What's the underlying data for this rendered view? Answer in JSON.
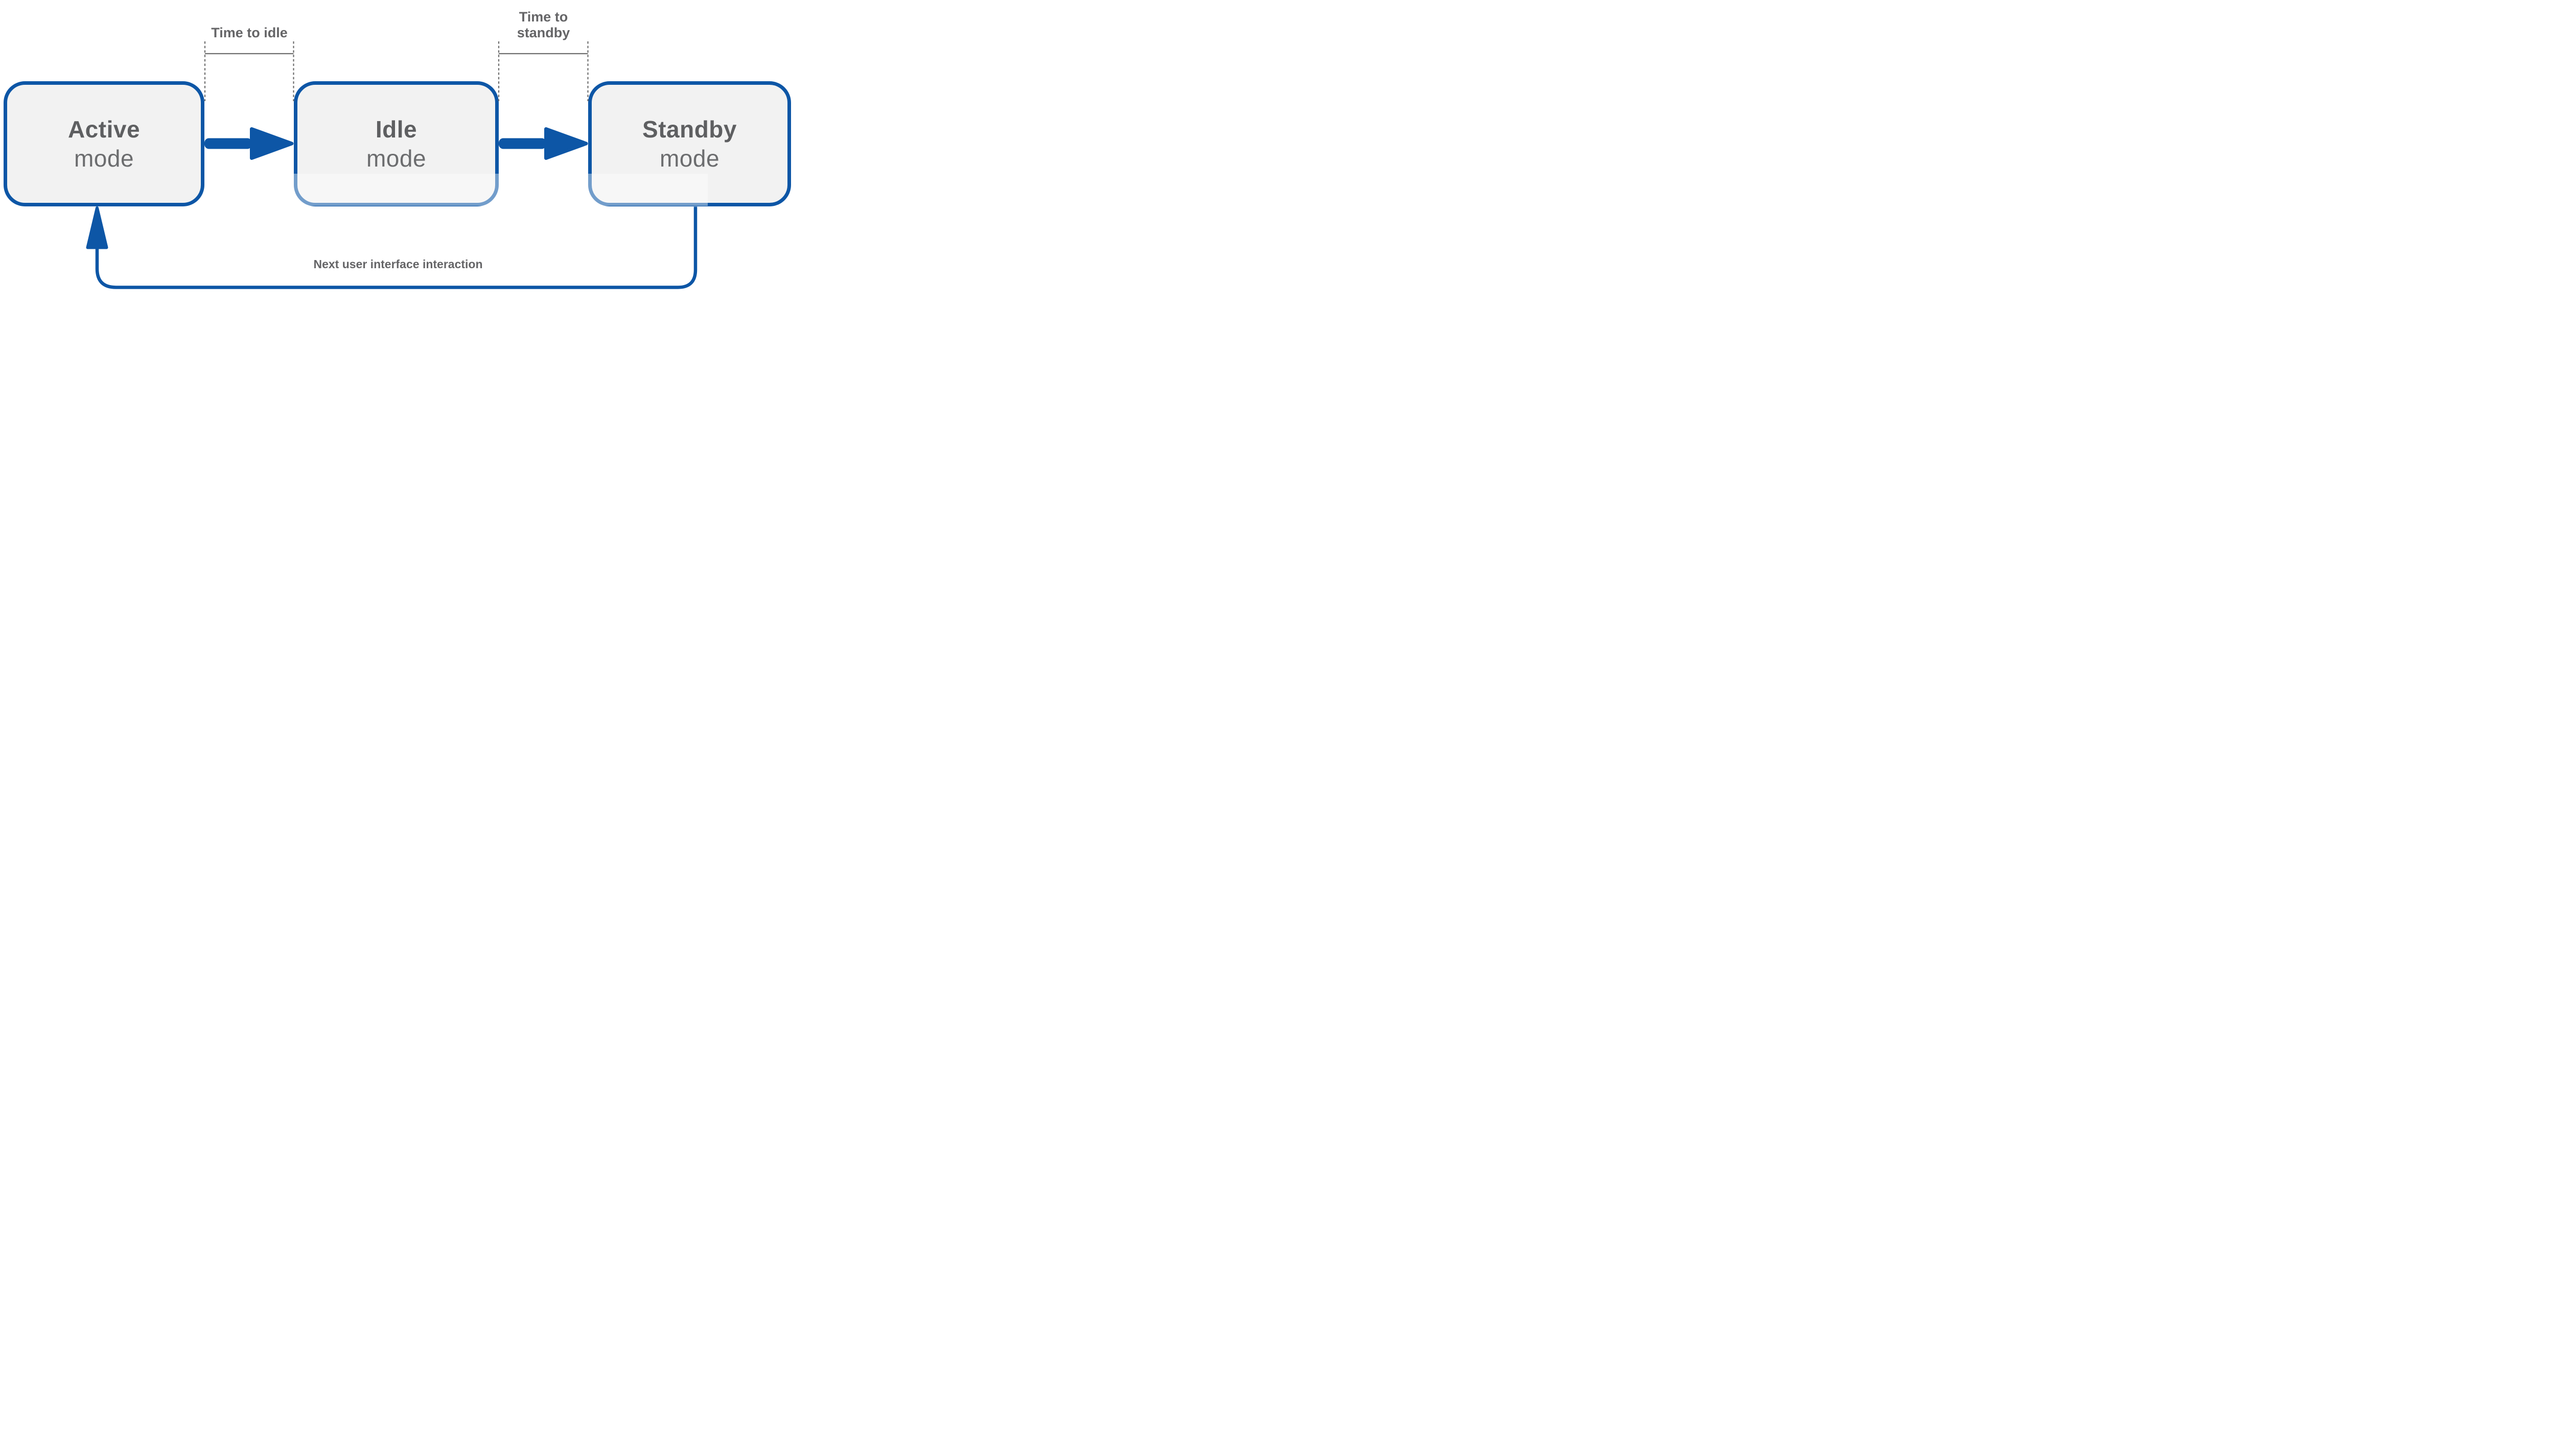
{
  "diagram": {
    "background": "#ffffff",
    "accent_blue": "#0d56a6",
    "box_fill": "#f2f2f2",
    "title_gray": "#5e5f61",
    "subtitle_gray": "#6c6d6f",
    "annotation_gray": "#656567",
    "guide_gray": "#6e6e6e",
    "nodes": [
      {
        "id": "active",
        "title": "Active",
        "subtitle": "mode"
      },
      {
        "id": "idle",
        "title": "Idle",
        "subtitle": "mode"
      },
      {
        "id": "standby",
        "title": "Standby",
        "subtitle": "mode"
      }
    ],
    "measures": [
      {
        "id": "time-to-idle",
        "lines": [
          "Time to idle",
          ""
        ]
      },
      {
        "id": "time-to-standby",
        "lines": [
          "Time to",
          "standby"
        ]
      }
    ],
    "return_label": "Next user interface interaction"
  }
}
